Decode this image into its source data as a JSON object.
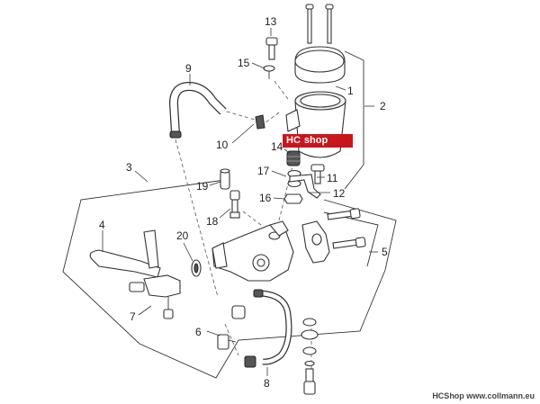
{
  "diagram": {
    "callouts": [
      "1",
      "2",
      "3",
      "4",
      "5",
      "6",
      "7",
      "8",
      "9",
      "10",
      "11",
      "12",
      "13",
      "14",
      "15",
      "16",
      "17",
      "18",
      "19",
      "20"
    ]
  },
  "watermark": {
    "left": "HC",
    "right": "shop"
  },
  "footer": {
    "credit": "HCShop www.collmann.eu"
  }
}
